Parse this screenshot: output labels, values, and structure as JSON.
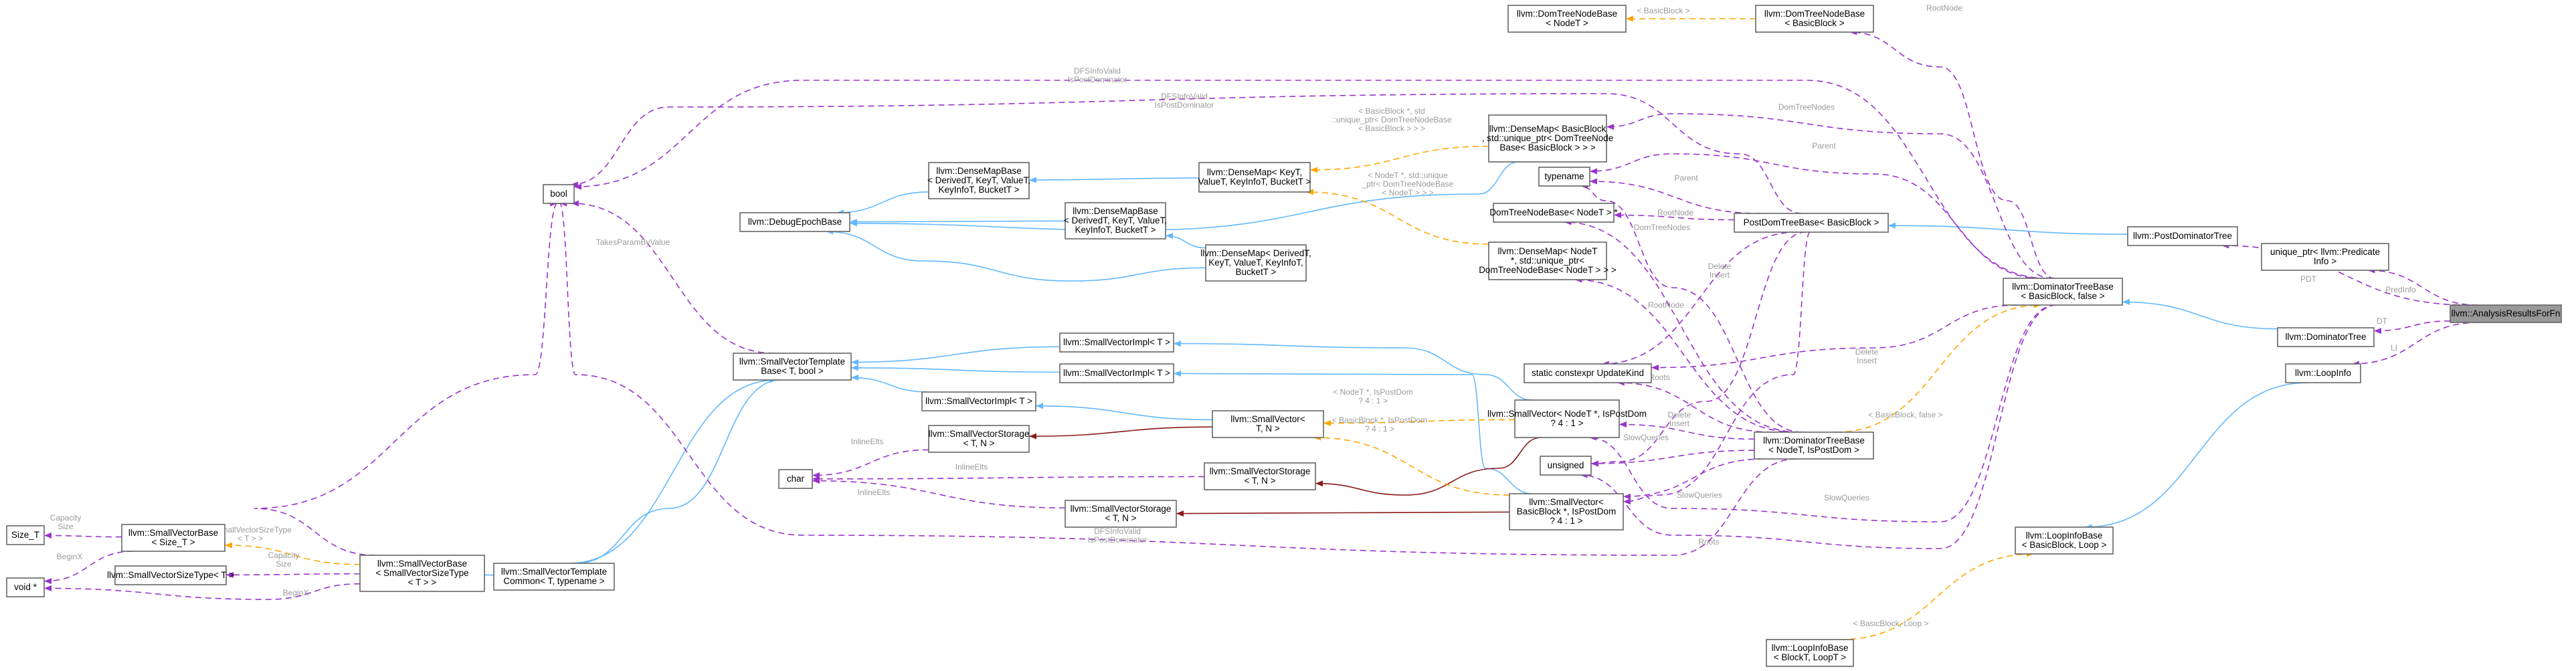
{
  "nodes": [
    {
      "id": "root",
      "lines": [
        "llvm::AnalysisResultsForFn"
      ],
      "highlight": true
    },
    {
      "id": "bool",
      "lines": [
        "bool"
      ]
    },
    {
      "id": "debugEpoch",
      "lines": [
        "llvm::DebugEpochBase"
      ]
    },
    {
      "id": "dmb1",
      "lines": [
        "llvm::DenseMapBase",
        "< DerivedT, KeyT, ValueT,",
        "KeyInfoT, BucketT >"
      ]
    },
    {
      "id": "dmb2",
      "lines": [
        "llvm::DenseMapBase",
        "< DerivedT, KeyT, ValueT,",
        "KeyInfoT, BucketT >"
      ]
    },
    {
      "id": "dm1",
      "lines": [
        "llvm::DenseMap< KeyT,",
        "ValueT, KeyInfoT, BucketT >"
      ]
    },
    {
      "id": "dm2",
      "lines": [
        "llvm::DenseMap< DerivedT,",
        "KeyT, ValueT, KeyInfoT,",
        "BucketT >"
      ]
    },
    {
      "id": "dmBB",
      "lines": [
        "llvm::DenseMap< BasicBlock",
        ", std::unique_ptr< DomTreeNode",
        "Base< BasicBlock > > >"
      ]
    },
    {
      "id": "dmNodeT",
      "lines": [
        "llvm::DenseMap< NodeT",
        "*, std::unique_ptr<",
        "DomTreeNodeBase< NodeT > > >"
      ]
    },
    {
      "id": "domNodeBaseNodeT",
      "lines": [
        "llvm::DomTreeNodeBase",
        "< NodeT >"
      ]
    },
    {
      "id": "domNodeBaseBB",
      "lines": [
        "llvm::DomTreeNodeBase",
        "< BasicBlock >"
      ]
    },
    {
      "id": "typename",
      "lines": [
        "typename"
      ]
    },
    {
      "id": "domTreeNodeBasePtr",
      "lines": [
        "DomTreeNodeBase< NodeT > *"
      ]
    },
    {
      "id": "postDomTreeBase",
      "lines": [
        "PostDomTreeBase< BasicBlock >"
      ]
    },
    {
      "id": "postDomTree",
      "lines": [
        "llvm::PostDominatorTree"
      ]
    },
    {
      "id": "predInfo",
      "lines": [
        "unique_ptr< llvm::Predicate",
        "Info >"
      ]
    },
    {
      "id": "domTreeBaseBB",
      "lines": [
        "llvm::DominatorTreeBase",
        "< BasicBlock, false >"
      ]
    },
    {
      "id": "domTree",
      "lines": [
        "llvm::DominatorTree"
      ]
    },
    {
      "id": "loopInfo",
      "lines": [
        "llvm::LoopInfo"
      ]
    },
    {
      "id": "loopInfoBaseBB",
      "lines": [
        "llvm::LoopInfoBase",
        "< BasicBlock, Loop >"
      ]
    },
    {
      "id": "loopInfoBase",
      "lines": [
        "llvm::LoopInfoBase",
        "< BlockT, LoopT >"
      ]
    },
    {
      "id": "updateKind",
      "lines": [
        "static constexpr UpdateKind"
      ]
    },
    {
      "id": "svT",
      "lines": [
        "llvm::SmallVector< NodeT *, IsPostDom",
        "? 4 : 1 >"
      ]
    },
    {
      "id": "unsigned",
      "lines": [
        "unsigned"
      ]
    },
    {
      "id": "svBB",
      "lines": [
        "llvm::SmallVector<",
        "BasicBlock *, IsPostDom",
        "? 4 : 1 >"
      ]
    },
    {
      "id": "domTreeBaseT",
      "lines": [
        "llvm::DominatorTreeBase",
        "< NodeT, IsPostDom >"
      ]
    },
    {
      "id": "svImpl1",
      "lines": [
        "llvm::SmallVectorImpl< T >"
      ]
    },
    {
      "id": "svImpl2",
      "lines": [
        "llvm::SmallVectorImpl< T >"
      ]
    },
    {
      "id": "svImpl3",
      "lines": [
        "llvm::SmallVectorImpl< T >"
      ]
    },
    {
      "id": "svTN",
      "lines": [
        "llvm::SmallVector<",
        "T, N >"
      ]
    },
    {
      "id": "svStorage1",
      "lines": [
        "llvm::SmallVectorStorage",
        "< T, N >"
      ]
    },
    {
      "id": "svStorage2",
      "lines": [
        "llvm::SmallVectorStorage",
        "< T, N >"
      ]
    },
    {
      "id": "svStorage3",
      "lines": [
        "llvm::SmallVectorStorage",
        "< T, N >"
      ]
    },
    {
      "id": "char",
      "lines": [
        "char"
      ]
    },
    {
      "id": "svTemplateBase",
      "lines": [
        "llvm::SmallVectorTemplate",
        "Base< T, bool >"
      ]
    },
    {
      "id": "svTemplateCommon",
      "lines": [
        "llvm::SmallVectorTemplate",
        "Common< T, typename >"
      ]
    },
    {
      "id": "svBaseSizeT",
      "lines": [
        "llvm::SmallVectorBase",
        "< SmallVectorSizeType",
        "< T > >"
      ]
    },
    {
      "id": "svBase",
      "lines": [
        "llvm::SmallVectorBase",
        "< Size_T >"
      ]
    },
    {
      "id": "svSizeType",
      "lines": [
        "llvm::SmallVectorSizeType< T >"
      ]
    },
    {
      "id": "sizeT",
      "lines": [
        "Size_T"
      ]
    },
    {
      "id": "voidPtr",
      "lines": [
        "void *"
      ]
    }
  ],
  "edge_labels": [
    {
      "id": "l_predInfo",
      "text": "PredInfo"
    },
    {
      "id": "l_pdt",
      "text": "PDT"
    },
    {
      "id": "l_dt",
      "text": "DT"
    },
    {
      "id": "l_li",
      "text": "LI"
    },
    {
      "id": "l_rootnode",
      "text": "RootNode"
    },
    {
      "id": "l_parent",
      "text": "Parent"
    },
    {
      "id": "l_parent2",
      "text": "Parent"
    },
    {
      "id": "l_parent3",
      "text": "Parent"
    },
    {
      "id": "l_domtreenodes",
      "text": "DomTreeNodes"
    },
    {
      "id": "l_domtreenodes2",
      "text": "DomTreeNodes"
    },
    {
      "id": "l_rootnode2",
      "text": "RootNode"
    },
    {
      "id": "l_rootnode3",
      "text": "RootNode"
    },
    {
      "id": "l_roots",
      "text": "Roots"
    },
    {
      "id": "l_roots2",
      "text": "Roots"
    },
    {
      "id": "l_deleteinsert",
      "text": "Delete\nInsert"
    },
    {
      "id": "l_deleteinsert2",
      "text": "Delete\nInsert"
    },
    {
      "id": "l_deleteinsert3",
      "text": "Delete\nInsert"
    },
    {
      "id": "l_slowqueries",
      "text": "SlowQueries"
    },
    {
      "id": "l_slowqueries2",
      "text": "SlowQueries"
    },
    {
      "id": "l_slowqueries3",
      "text": "SlowQueries"
    },
    {
      "id": "l_dfsinfovalid",
      "text": "DFSInfoValid\nIsPostDominator"
    },
    {
      "id": "l_dfsinfovalid2",
      "text": "DFSInfoValid\nIsPostDominator"
    },
    {
      "id": "l_dfsinfovalid3",
      "text": "DFSInfoValid\nIsPostDominator"
    },
    {
      "id": "l_takesparam",
      "text": "TakesParamByValue"
    },
    {
      "id": "l_inlineelts",
      "text": "InlineElts"
    },
    {
      "id": "l_inlineelts2",
      "text": "InlineElts"
    },
    {
      "id": "l_inlineelts3",
      "text": "InlineElts"
    },
    {
      "id": "l_capacity",
      "text": "Capacity\nSize"
    },
    {
      "id": "l_capacity2",
      "text": "Capacity\nSize"
    },
    {
      "id": "l_beginx",
      "text": "BeginX"
    },
    {
      "id": "l_beginx2",
      "text": "BeginX"
    },
    {
      "id": "l_svsizetype",
      "text": "< SmallVectorSizeType\n< T > >"
    },
    {
      "id": "l_bbfalse",
      "text": "< BasicBlock, false >"
    },
    {
      "id": "l_bbloop",
      "text": "< BasicBlock, Loop >"
    },
    {
      "id": "l_nodetptr",
      "text": "< NodeT *, IsPostDom\n? 4 : 1 >"
    },
    {
      "id": "l_bbptr",
      "text": "< BasicBlock *, IsPostDom\n? 4 : 1 >"
    },
    {
      "id": "l_bbuniq",
      "text": "< BasicBlock *, std\n::unique_ptr< DomTreeNodeBase\n< BasicBlock > > >"
    },
    {
      "id": "l_nodetuniq",
      "text": "< NodeT *, std::unique\n_ptr< DomTreeNodeBase\n< NodeT > > >"
    },
    {
      "id": "l_basicblock",
      "text": "< BasicBlock >"
    }
  ]
}
